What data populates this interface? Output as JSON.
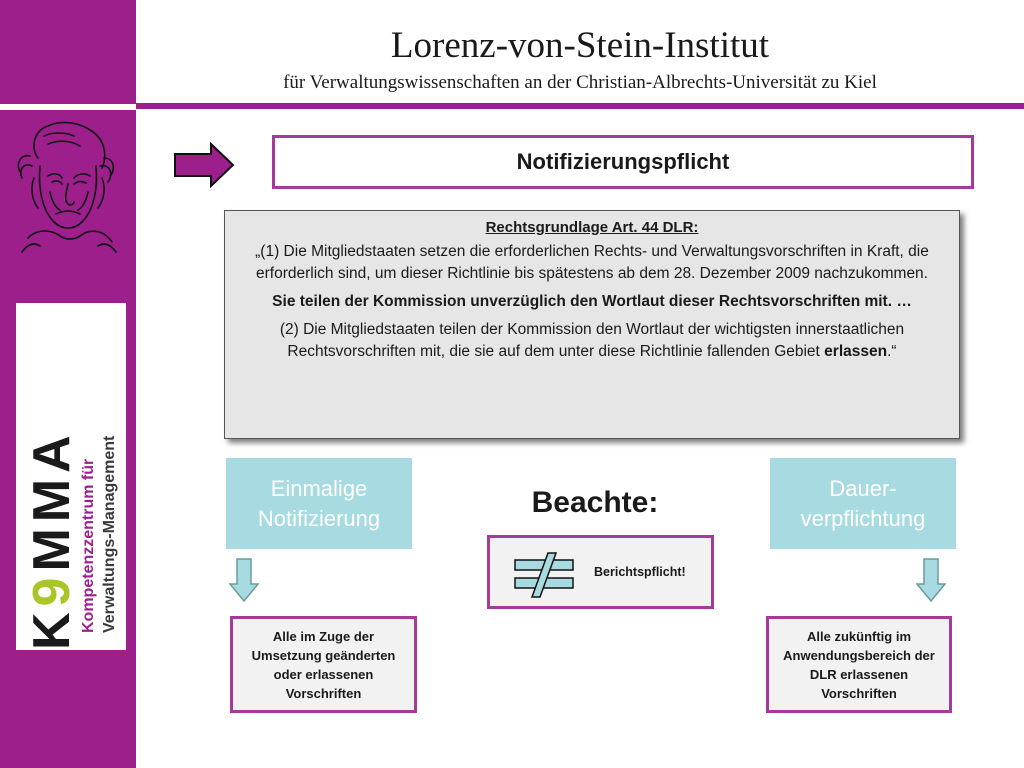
{
  "header": {
    "title": "Lorenz-von-Stein-Institut",
    "subtitle": "für Verwaltungswissenschaften an der Christian-Albrechts-Universität zu Kiel"
  },
  "logo": {
    "letters_k": "K",
    "letters_9": "9",
    "letters_mma": "MMA",
    "line1": "Kompetenzzentrum für",
    "line2": "Verwaltungs-Management"
  },
  "slide": {
    "title": "Notifizierungspflicht",
    "legal": {
      "heading": "Rechtsgrundlage Art. 44 DLR:",
      "para1": "„(1) Die Mitgliedstaaten setzen die erforderlichen Rechts- und Verwaltungsvorschriften in Kraft, die erforderlich sind, um dieser Richtlinie bis spätestens ab dem 28. Dezember 2009 nachzukommen.",
      "para2": "Sie teilen der Kommission unverzüglich den Wortlaut dieser Rechtsvorschriften mit. …",
      "para3_start": "(2) Die Mitgliedstaaten teilen der Kommission den Wortlaut der wichtigsten innerstaatlichen Rechtsvorschriften mit, die sie auf dem unter diese Richtlinie fallenden Gebiet ",
      "para3_bold": "erlassen",
      "para3_end": ".“"
    },
    "left_teal": "Einmalige Notifizierung",
    "right_teal": "Dauer-verpflichtung",
    "beachte": "Beachte:",
    "neq_label": "Berichtspflicht!",
    "left_box": "Alle im Zuge der Umsetzung geänderten oder erlassenen Vorschriften",
    "right_box": "Alle zukünftig im Anwendungsbereich der DLR erlassenen Vorschriften"
  },
  "colors": {
    "brand_purple": "#9c1f8c",
    "teal": "#a7dbe1",
    "logo_green": "#a8c626"
  },
  "icons": [
    "right-arrow-icon",
    "not-equal-icon",
    "down-arrow-icon",
    "portrait-sketch"
  ]
}
